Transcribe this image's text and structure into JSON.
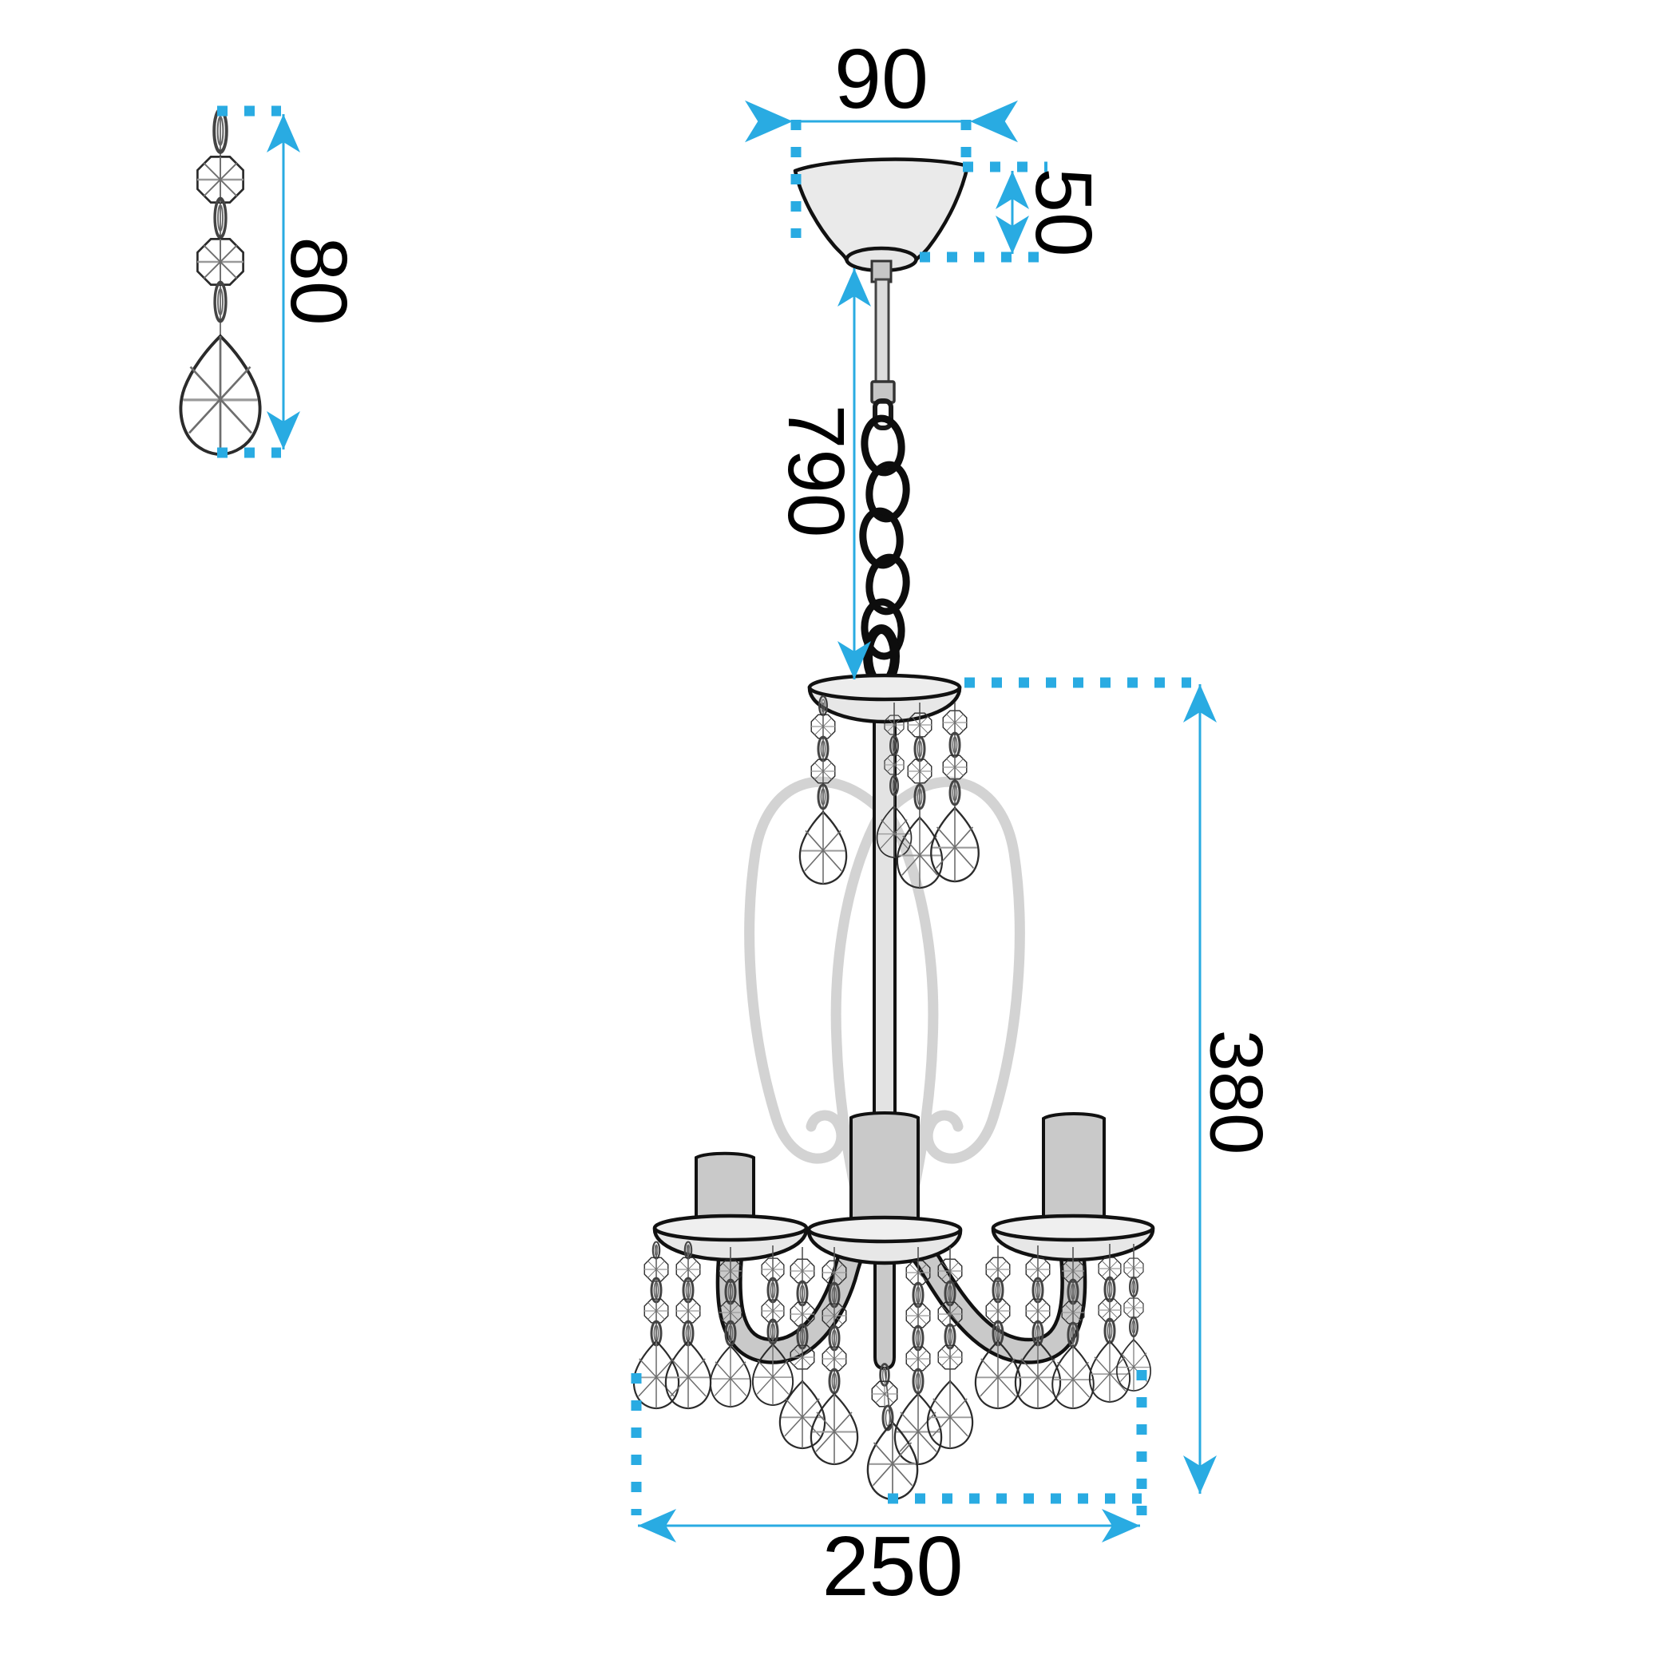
{
  "drawing": {
    "subject": "crystal chandelier technical dimension diagram",
    "dimension_labels": {
      "canopy_width": "90",
      "canopy_height": "50",
      "pendant_height": "80",
      "suspension_length": "790",
      "body_height": "380",
      "body_width": "250"
    },
    "colors": {
      "dimension_accent": "#29ABE2",
      "outline": "#111111",
      "fill_light": "#EAEAEA",
      "fill_mid": "#C9C9C9",
      "scroll_wire": "#D3D3D3",
      "background": "#FFFFFF"
    }
  }
}
